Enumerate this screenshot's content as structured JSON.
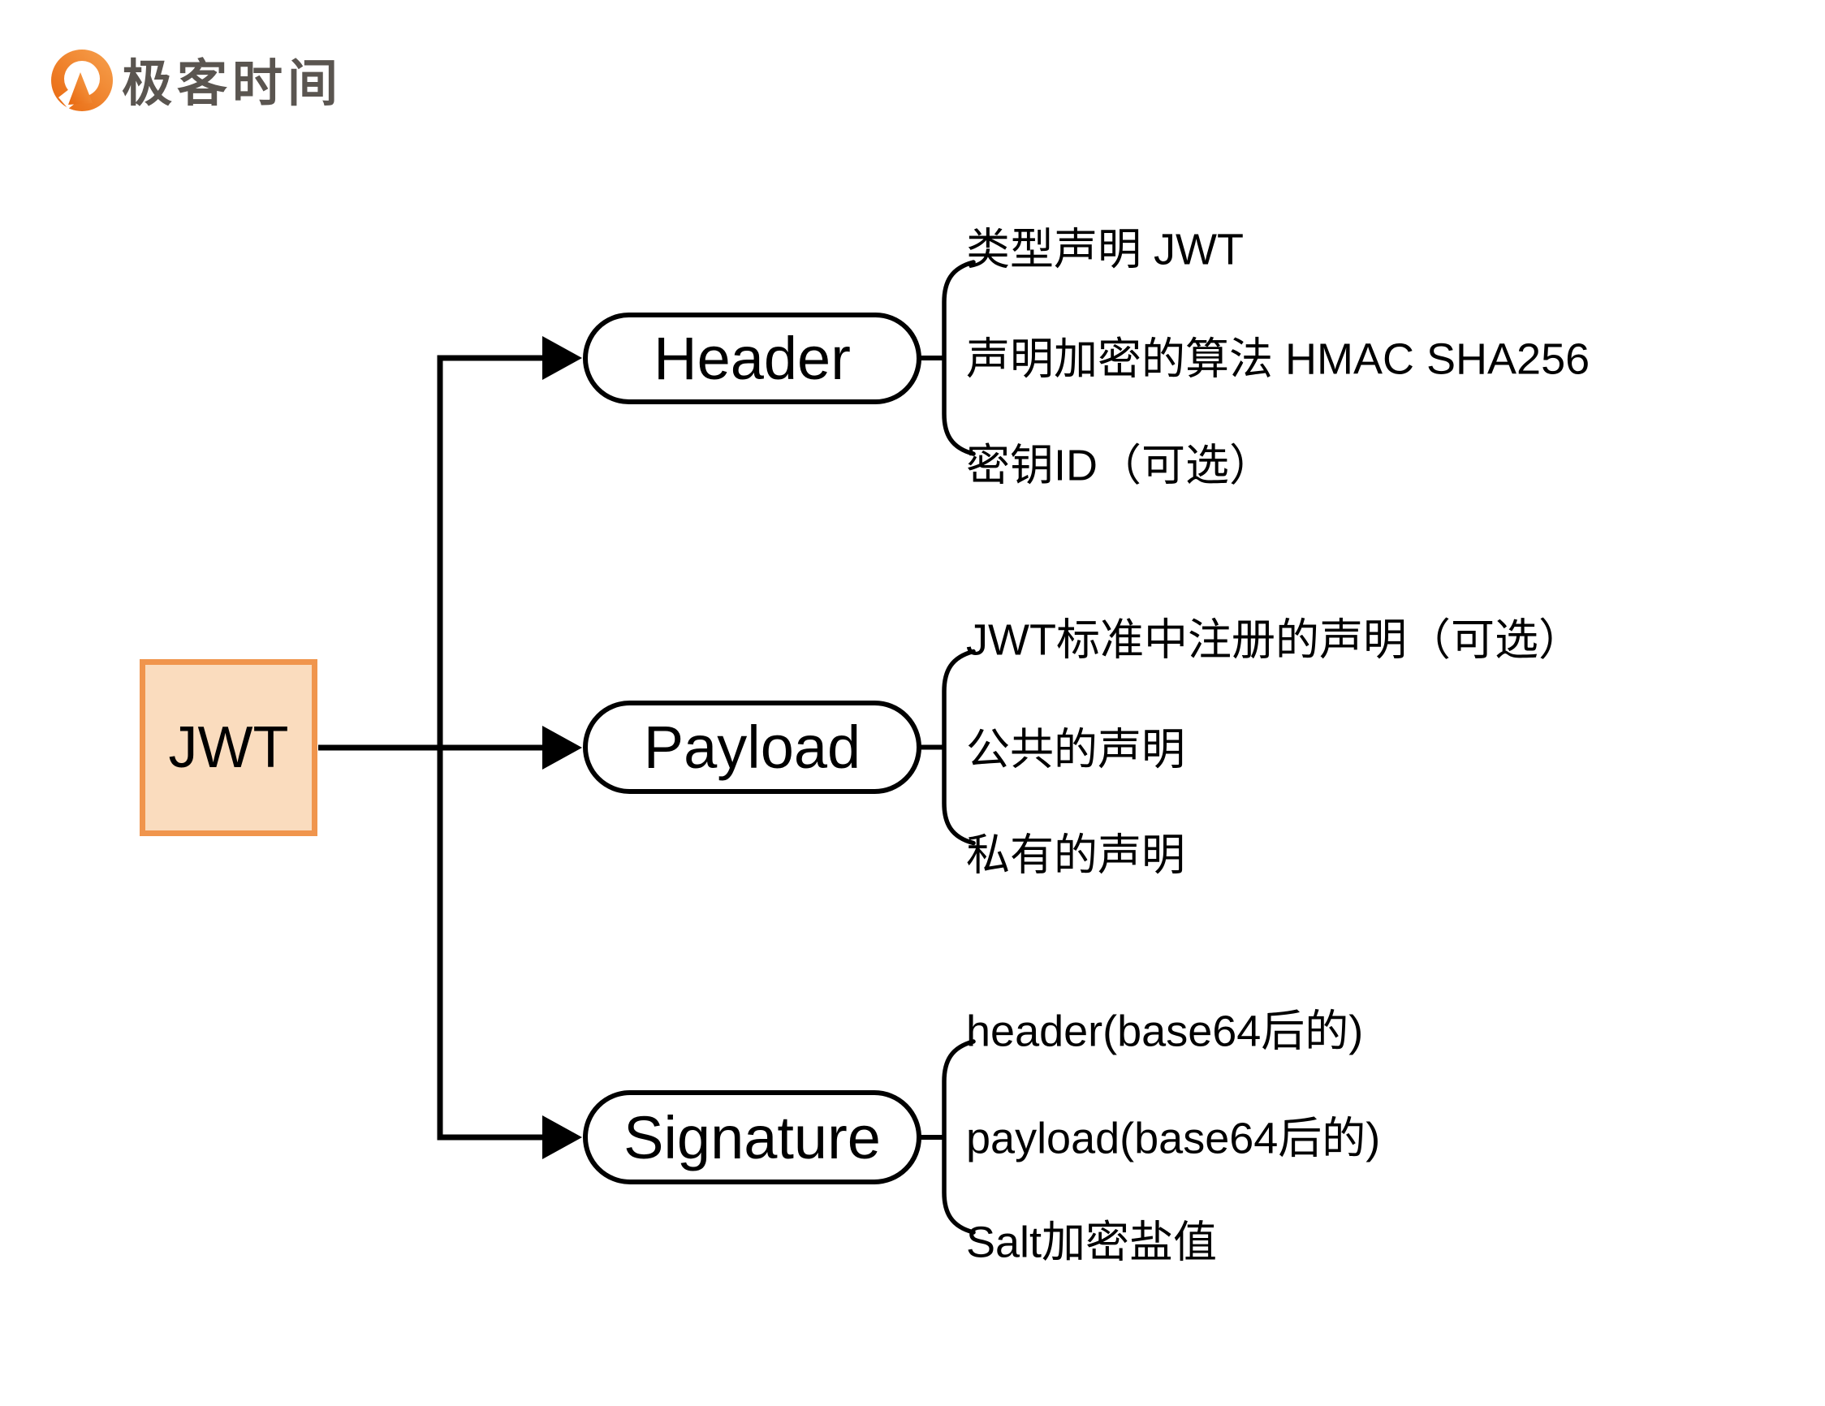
{
  "brand": {
    "name": "极客时间"
  },
  "diagram": {
    "root": {
      "label": "JWT"
    },
    "nodes": [
      {
        "label": "Header",
        "children": [
          "类型声明 JWT",
          "声明加密的算法 HMAC SHA256",
          "密钥ID（可选）"
        ]
      },
      {
        "label": "Payload",
        "children": [
          "JWT标准中注册的声明（可选）",
          "公共的声明",
          "私有的声明"
        ]
      },
      {
        "label": "Signature",
        "children": [
          "header(base64后的)",
          "payload(base64后的)",
          "Salt加密盐值"
        ]
      }
    ]
  },
  "colors": {
    "root_fill": "#FADCBE",
    "root_border": "#F0954D",
    "line": "#000000",
    "brand_orange_light": "#F7A14E",
    "brand_orange_dark": "#E8670E",
    "brand_text": "#5A5550"
  }
}
